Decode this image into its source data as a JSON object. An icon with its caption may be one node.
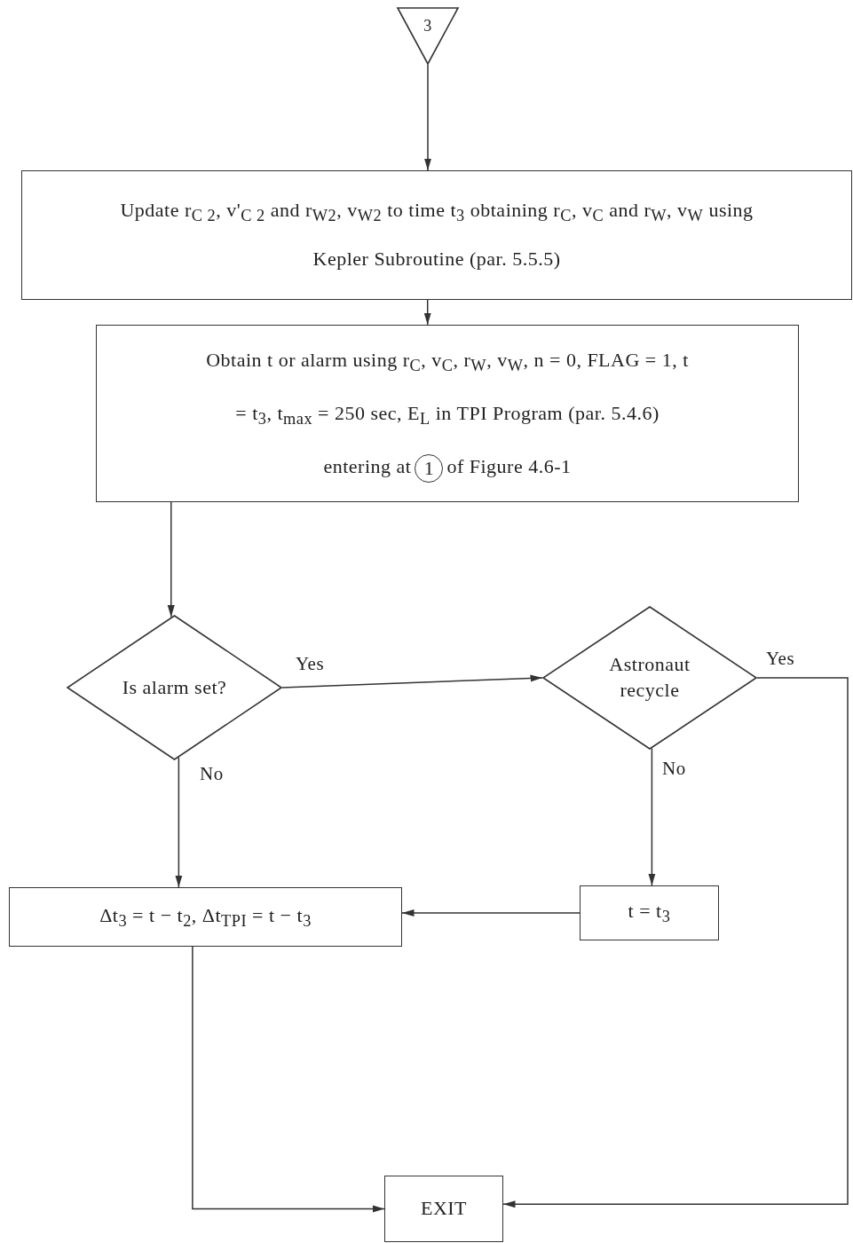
{
  "diagram": {
    "nodes": [
      {
        "text": [
          "3"
        ]
      },
      {
        "text": [
          "Update r$_{C 2}$, v'$_{C 2}$ and r$_{W2}$, v$_{W2}$ to time t$_{3}$ obtaining r$_{C}$, v$_{C}$ and r$_{W}$, v$_{W}$ using Kepler Subroutine (par. 5.5.5)"
        ]
      },
      {
        "text": [
          "Obtain t or alarm using r$_{C}$, v$_{C}$, r$_{W}$, v$_{W}$, n = 0, FLAG = 1, t = t$_{3}$, t$_{max}$ = 250 sec, E$_{L}$ in TPI Program (par. 5.4.6) entering at",
          "of Figure 4.6-1"
        ]
      },
      {
        "text": [
          "1"
        ],
        "in": 2
      },
      {
        "text": [
          "Is alarm set?"
        ]
      },
      {
        "text": [
          "Astronaut recycle"
        ]
      },
      {
        "text": [
          "t = t$_{3}$"
        ]
      },
      {
        "text": [
          "Δt$_{3}$ = t − t$_{2}$, Δt$_{TPI}$ = t − t$_{3}$"
        ]
      },
      {
        "text": [
          "EXIT"
        ]
      }
    ],
    "edges": [
      {
        "from": 0,
        "to": 1,
        "arrow": "to"
      },
      {
        "from": 1,
        "to": 2,
        "arrow": "to"
      },
      {
        "from": 2,
        "to": 4,
        "arrow": "to"
      },
      {
        "from": 4,
        "to": 5,
        "arrow": "to",
        "label": "Yes"
      },
      {
        "from": 5,
        "to": 8,
        "arrow": "to",
        "label": "Yes"
      },
      {
        "from": 4,
        "to": 7,
        "arrow": "to",
        "label": "No"
      },
      {
        "from": 5,
        "to": 6,
        "arrow": "to",
        "label": "No"
      },
      {
        "from": 6,
        "to": 7,
        "arrow": "to"
      },
      {
        "from": 7,
        "to": 8,
        "arrow": "to"
      }
    ]
  }
}
